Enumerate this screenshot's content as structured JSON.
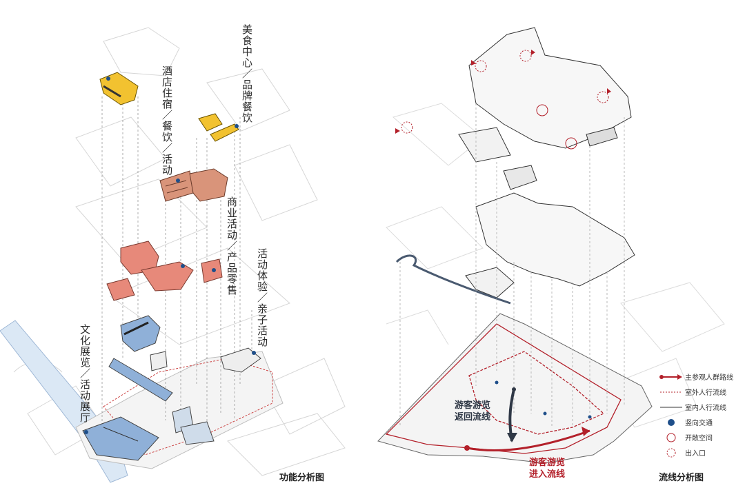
{
  "left_panel": {
    "caption": "功能分析图",
    "labels": {
      "food": "美食中心／品牌餐饮",
      "hotel": "酒店住宿／餐饮／活动",
      "commerce": "商业活动／产品零售",
      "activity": "活动体验／亲子活动",
      "culture": "文化展览／活动展厅"
    }
  },
  "right_panel": {
    "caption": "流线分析图",
    "return_flow": "游客游览返回流线",
    "enter_flow": "游客游览进入流线",
    "legend": [
      {
        "label": "主参观人群路线",
        "icon": "red-arrow-icon"
      },
      {
        "label": "室外人行流线",
        "icon": "red-dotted-line-icon"
      },
      {
        "label": "室内人行流线",
        "icon": "dark-line-icon"
      },
      {
        "label": "竖向交通",
        "icon": "blue-dot-icon"
      },
      {
        "label": "开敞空间",
        "icon": "red-circle-icon"
      },
      {
        "label": "出入口",
        "icon": "dashed-circle-icon"
      }
    ]
  },
  "colors": {
    "food": "#f2c230",
    "hotel": "#d9947a",
    "commerce": "#e7897a",
    "culture": "#8fb0d8",
    "route_red": "#b3202a",
    "return_dark": "#2f3846"
  }
}
